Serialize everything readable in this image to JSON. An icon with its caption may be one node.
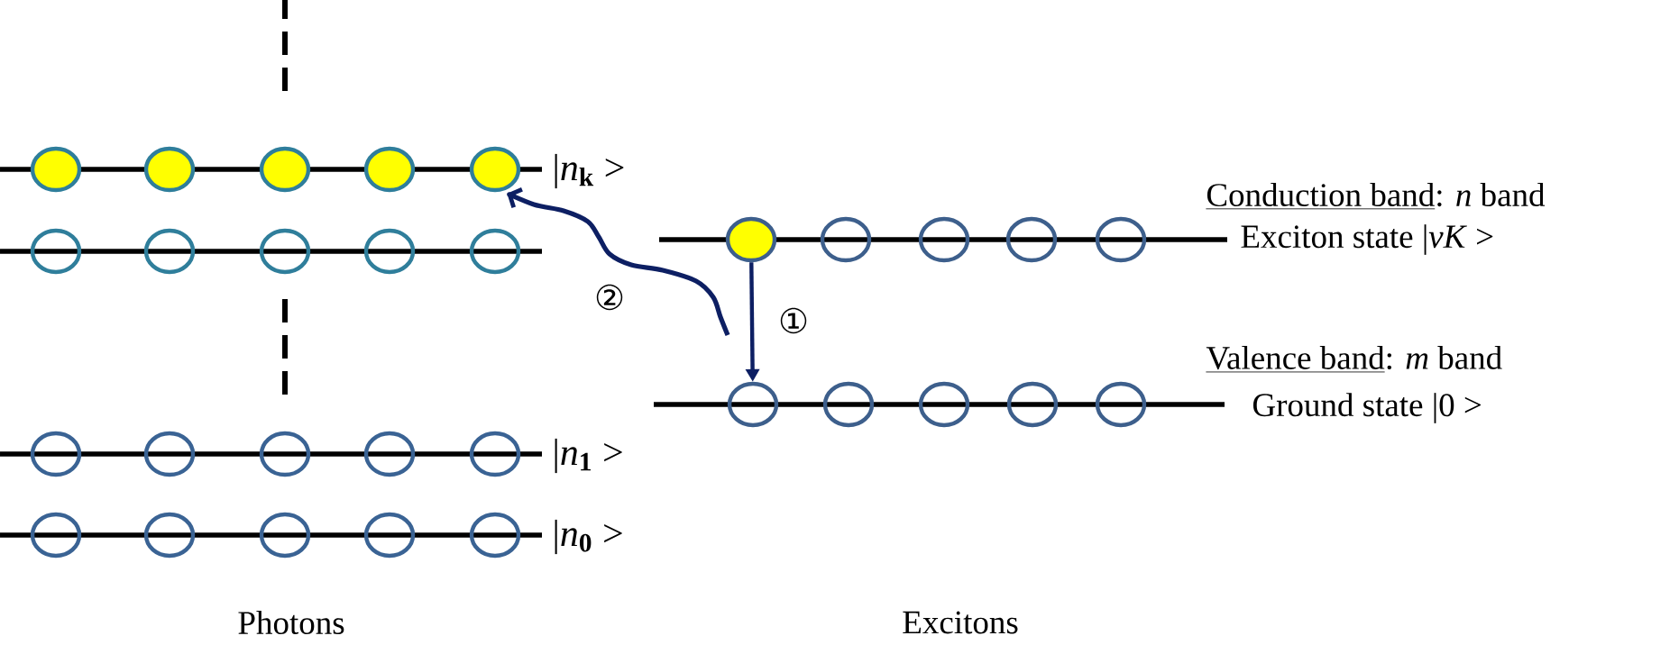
{
  "diagram": {
    "nodes": [
      {
        "text": [],
        "shape": "circle"
      },
      {
        "text": [],
        "shape": "circle"
      },
      {
        "text": [],
        "shape": "circle"
      },
      {
        "text": [],
        "shape": "circle"
      },
      {
        "text": [],
        "shape": "circle"
      },
      {
        "text": [],
        "shape": "circle"
      },
      {
        "text": [],
        "shape": "circle"
      },
      {
        "text": [],
        "shape": "circle"
      },
      {
        "text": [],
        "shape": "circle"
      },
      {
        "text": [],
        "shape": "circle"
      },
      {
        "text": [],
        "shape": "circle"
      },
      {
        "text": [],
        "shape": "circle"
      },
      {
        "text": [],
        "shape": "circle"
      },
      {
        "text": [],
        "shape": "circle"
      },
      {
        "text": [],
        "shape": "circle"
      },
      {
        "text": [],
        "shape": "circle"
      },
      {
        "text": [],
        "shape": "circle"
      },
      {
        "text": [],
        "shape": "circle"
      },
      {
        "text": [],
        "shape": "circle"
      },
      {
        "text": [],
        "shape": "circle"
      },
      {
        "text": [],
        "shape": "circle"
      },
      {
        "text": [],
        "shape": "circle"
      },
      {
        "text": [],
        "shape": "circle"
      },
      {
        "text": [],
        "shape": "circle"
      },
      {
        "text": [],
        "shape": "circle"
      },
      {
        "text": [],
        "shape": "circle"
      },
      {
        "text": [],
        "shape": "circle"
      },
      {
        "text": [],
        "shape": "circle"
      },
      {
        "text": [],
        "shape": "circle"
      },
      {
        "text": [],
        "shape": "circle"
      }
    ],
    "edges": [
      {
        "from": 20,
        "to": 25,
        "arrow": "to",
        "label": "①"
      },
      {
        "from": null,
        "to": 4,
        "arrow": "to",
        "label": "②"
      }
    ],
    "labels": [
      "|*n*$_{k}$ >",
      "|*n*$_{1}$ >",
      "|*n*$_{0}$ >",
      "Conduction band: *n* band",
      "Exciton state |*νK* >",
      "Valence band: *m* band",
      "Ground state |0 >",
      "Photons",
      "Excitons"
    ]
  }
}
